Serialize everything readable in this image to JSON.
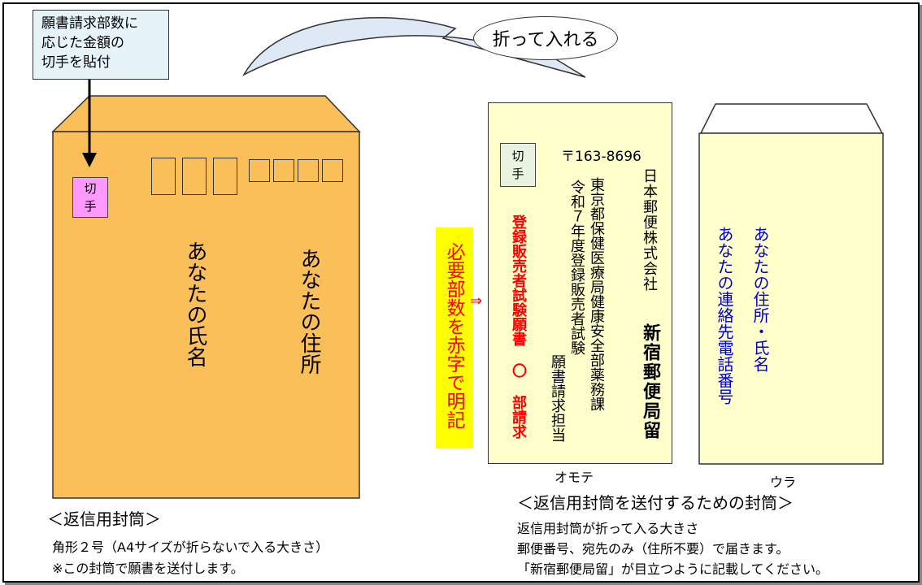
{
  "stamp_note": {
    "line1": "願書請求部数に",
    "line2": "応じた金額の",
    "line3": "切手を貼付"
  },
  "fold_label": "折って入れる",
  "return_envelope": {
    "stamp": "切手",
    "addr_label": "あなたの住所",
    "name_label": "あなたの氏名",
    "caption": "＜返信用封筒＞",
    "size_note": "角形２号（A4サイズが折らないで入る大きさ）",
    "send_note": "※この封筒で願書を送付します。"
  },
  "front_envelope": {
    "stamp": "切手",
    "postal": "〒163-8696",
    "col1": "日本郵便株式会社",
    "col2": "新宿郵便局留",
    "col3": "東京都保健医療局健康安全部薬務課",
    "col4": "令和７年度登録販売者試験",
    "col5": "願書請求担当",
    "red_col": "登録販売者試験願書 〇 部請求",
    "label": "オモテ"
  },
  "highlight": {
    "text": "必要部数を赤字で明記",
    "arrow": "⇒"
  },
  "back_envelope": {
    "col1": "あなたの住所・氏名",
    "col2": "あなたの連絡先電話番号",
    "label": "ウラ"
  },
  "sending_envelope": {
    "caption": "＜返信用封筒を送付するための封筒＞",
    "line1": "返信用封筒が折って入る大きさ",
    "line2": "郵便番号、宛先のみ（住所不要）で届きます。",
    "line3": "「新宿郵便局留」が目立つように記載してください。"
  },
  "colors": {
    "return_envelope": "#fbbf5a",
    "small_envelope": "#ffffcc",
    "stamp_pink": "#ff99ff",
    "stamp_green": "#e8f4e0",
    "note_bg": "#e6f3f8",
    "highlight": "#ffff00",
    "red_text": "#ff0000",
    "blue_text": "#0000cc",
    "arrow_fill": "#dfe8f5"
  }
}
